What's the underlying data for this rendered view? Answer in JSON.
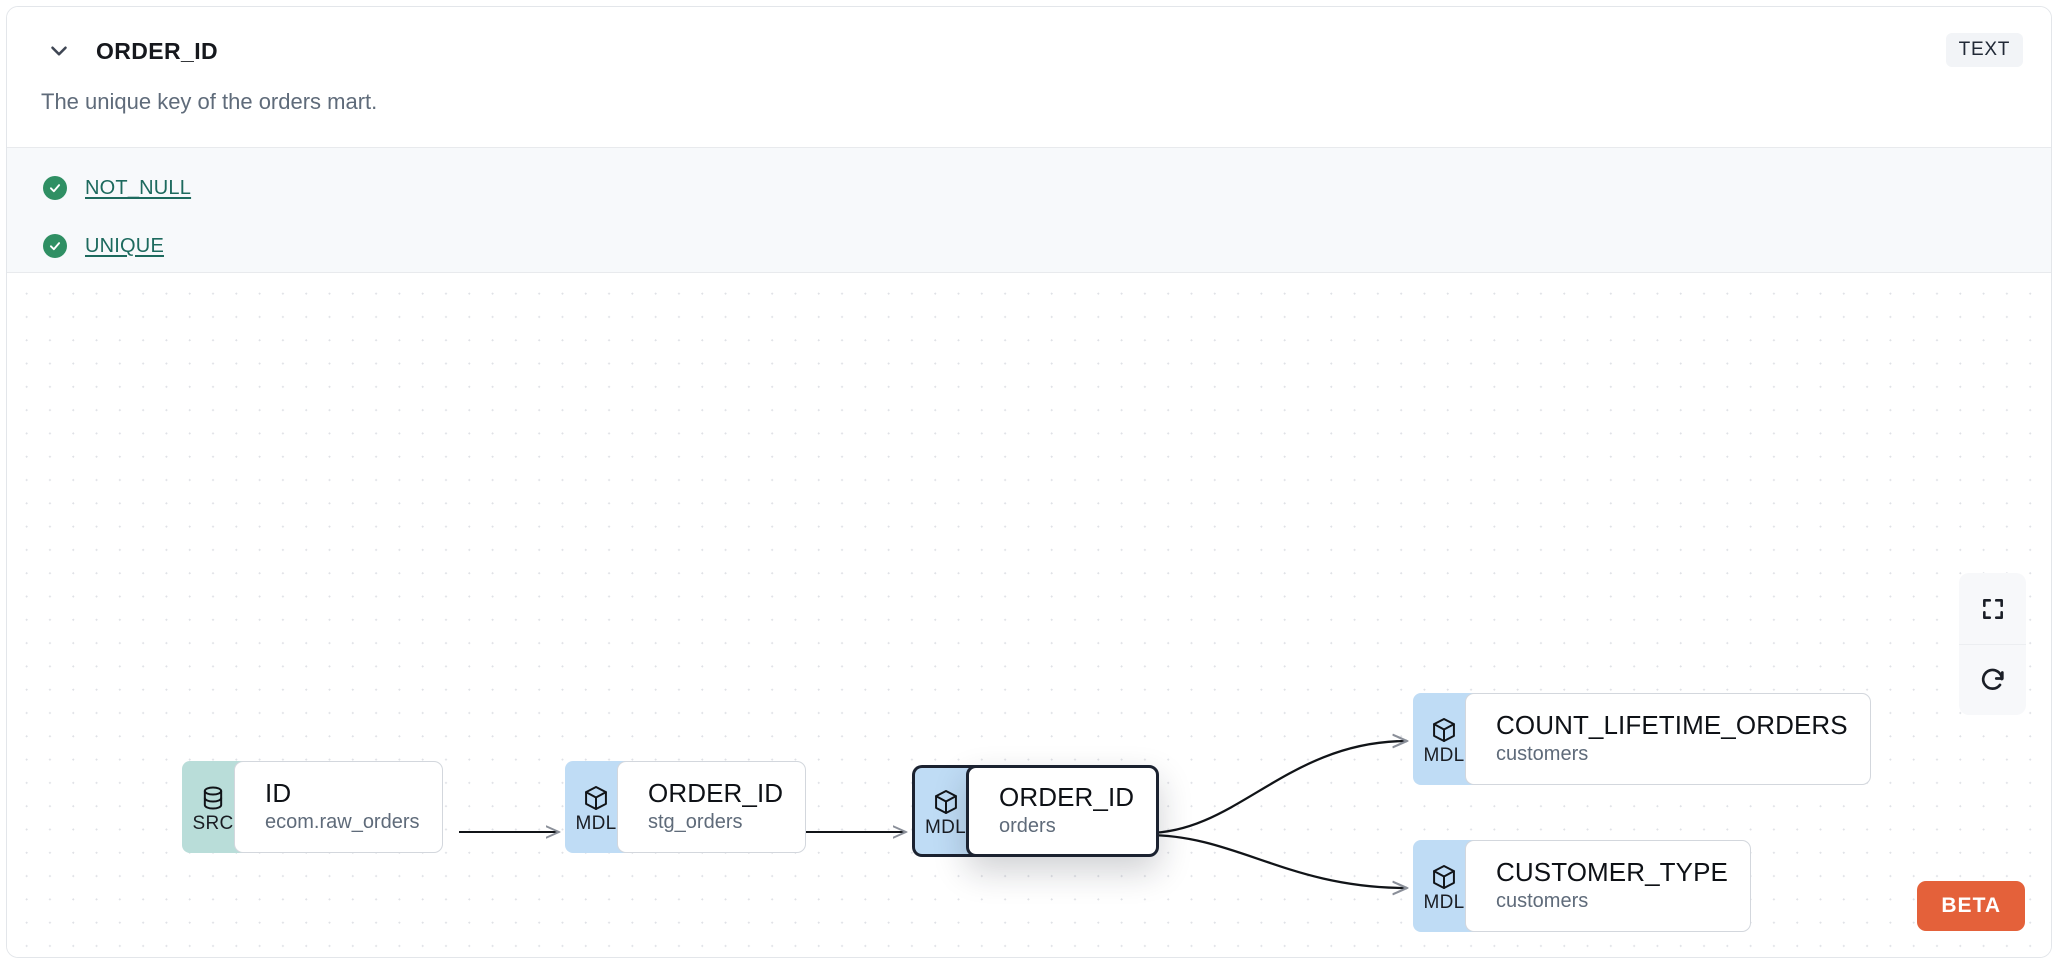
{
  "header": {
    "expand_icon": "chevron-down-icon",
    "column_name": "ORDER_ID",
    "data_type_badge": "TEXT",
    "description": "The unique key of the orders mart."
  },
  "tests": {
    "items": [
      {
        "status_icon": "check-circle-icon",
        "label": "NOT_NULL",
        "status": "passed"
      },
      {
        "status_icon": "check-circle-icon",
        "label": "UNIQUE",
        "status": "passed"
      }
    ]
  },
  "lineage": {
    "nodes": [
      {
        "id": "src",
        "badge": "SRC",
        "badge_icon": "database-icon",
        "name": "ID",
        "subtitle": "ecom.raw_orders",
        "selected": false
      },
      {
        "id": "stg",
        "badge": "MDL",
        "badge_icon": "cube-icon",
        "name": "ORDER_ID",
        "subtitle": "stg_orders",
        "selected": false
      },
      {
        "id": "orders",
        "badge": "MDL",
        "badge_icon": "cube-icon",
        "name": "ORDER_ID",
        "subtitle": "orders",
        "selected": true
      },
      {
        "id": "count",
        "badge": "MDL",
        "badge_icon": "cube-icon",
        "name": "COUNT_LIFETIME_ORDERS",
        "subtitle": "customers",
        "selected": false
      },
      {
        "id": "custtype",
        "badge": "MDL",
        "badge_icon": "cube-icon",
        "name": "CUSTOMER_TYPE",
        "subtitle": "customers",
        "selected": false
      }
    ],
    "controls": [
      {
        "name": "fit-view",
        "icon": "fullscreen-icon"
      },
      {
        "name": "reset",
        "icon": "refresh-icon"
      }
    ],
    "beta_badge": "BETA"
  },
  "colors": {
    "src_badge": "#b9ddd9",
    "mdl_badge": "#bfdcf5",
    "test_pass": "#2f8f63",
    "link": "#1d6a5e",
    "beta": "#e4613a",
    "selected_border": "#1b2230"
  }
}
